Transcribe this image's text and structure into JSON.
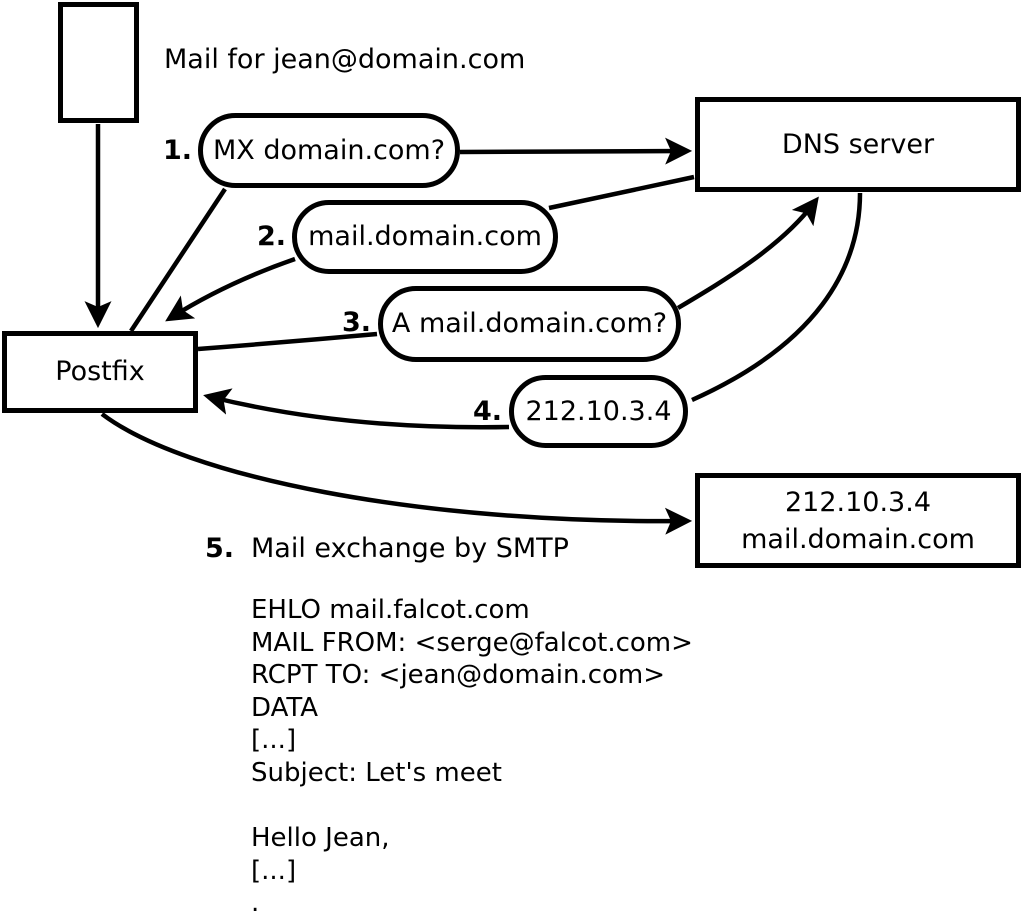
{
  "diagram": {
    "intro_label": "Mail for jean@domain.com",
    "postfix_node": "Postfix",
    "dns_node": "DNS server",
    "destination_node": "212.10.3.4\nmail.domain.com",
    "steps": [
      {
        "num": "1.",
        "label": "MX domain.com?"
      },
      {
        "num": "2.",
        "label": "mail.domain.com"
      },
      {
        "num": "3.",
        "label": "A mail.domain.com?"
      },
      {
        "num": "4.",
        "label": "212.10.3.4"
      },
      {
        "num": "5.",
        "label": "Mail exchange by SMTP"
      }
    ],
    "smtp_session": "EHLO mail.falcot.com\nMAIL FROM: <serge@falcot.com>\nRCPT TO: <jean@domain.com>\nDATA\n[...]\nSubject: Let's meet\n\nHello Jean,\n[...]\n.",
    "colors": {
      "stroke": "#000000",
      "fill": "#ffffff"
    }
  }
}
